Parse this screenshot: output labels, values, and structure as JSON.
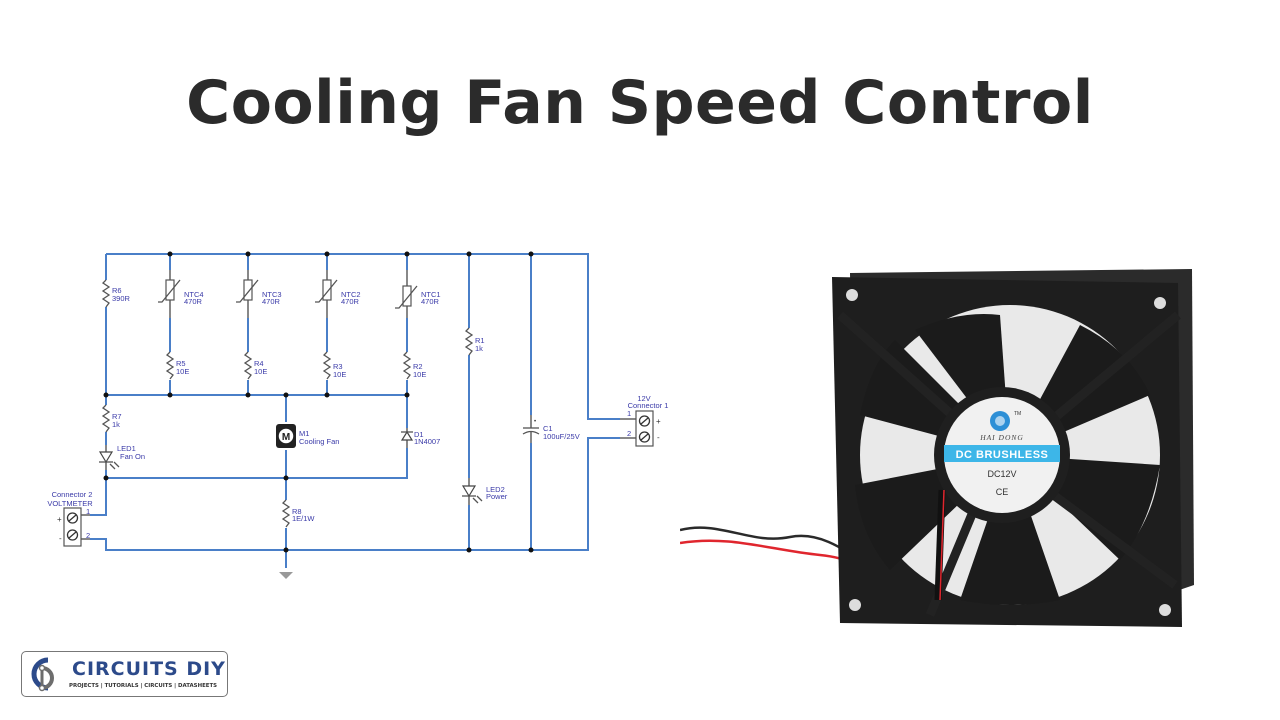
{
  "title": "Cooling Fan Speed Control",
  "schematic": {
    "components": {
      "R6": {
        "ref": "R6",
        "value": "390R"
      },
      "NTC4": {
        "ref": "NTC4",
        "value": "470R"
      },
      "NTC3": {
        "ref": "NTC3",
        "value": "470R"
      },
      "NTC2": {
        "ref": "NTC2",
        "value": "470R"
      },
      "NTC1": {
        "ref": "NTC1",
        "value": "470R"
      },
      "R5": {
        "ref": "R5",
        "value": "10E"
      },
      "R4": {
        "ref": "R4",
        "value": "10E"
      },
      "R3": {
        "ref": "R3",
        "value": "10E"
      },
      "R2": {
        "ref": "R2",
        "value": "10E"
      },
      "R1": {
        "ref": "R1",
        "value": "1k"
      },
      "R7": {
        "ref": "R7",
        "value": "1k"
      },
      "LED1": {
        "ref": "LED1",
        "value": "Fan On"
      },
      "M1": {
        "ref": "M1",
        "value": "Cooling Fan",
        "symbol": "M"
      },
      "D1": {
        "ref": "D1",
        "value": "1N4007"
      },
      "C1": {
        "ref": "C1",
        "value": "100uF/25V"
      },
      "LED2": {
        "ref": "LED2",
        "value": "Power"
      },
      "R8": {
        "ref": "R8",
        "value": "1E/1W"
      },
      "CONN1": {
        "line1": "12V",
        "line2": "Connector 1",
        "pin1": "1",
        "pin2": "2",
        "plus": "+",
        "minus": "-"
      },
      "CONN2": {
        "line1": "Connector 2",
        "line2": "VOLTMETER",
        "pin1": "1",
        "pin2": "2",
        "plus": "+",
        "minus": "-"
      }
    }
  },
  "fan_photo": {
    "brand": "HAI DONG",
    "trademark": "TM",
    "band": "DC BRUSHLESS",
    "voltage": "DC12V",
    "mark": "CE",
    "colors": {
      "band": "#3db6e8",
      "body": "#1e1e1e",
      "wire_red": "#e0262e",
      "wire_black": "#2a2a2a"
    }
  },
  "logo": {
    "brand": "CIRCUITS DIY",
    "tagline": "PROJECTS | TUTORIALS | CIRCUITS | DATASHEETS",
    "colors": {
      "blue": "#2c4a8a",
      "gray": "#6d6d6d"
    }
  }
}
